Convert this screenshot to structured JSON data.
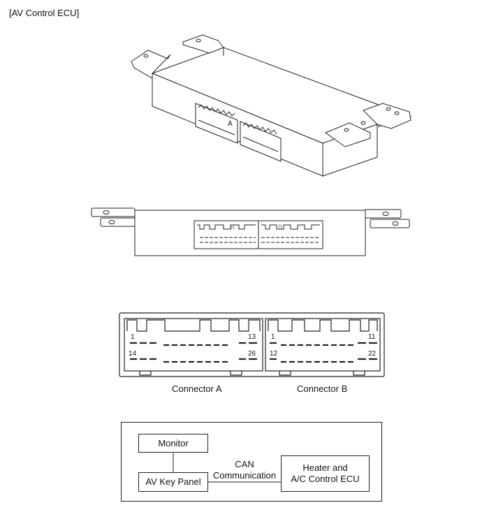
{
  "header": {
    "title": "[AV Control ECU]"
  },
  "connector_view": {
    "label_a": "Connector A",
    "label_b": "Connector B",
    "pins_a": {
      "top_left": "1",
      "top_right": "13",
      "bottom_left": "14",
      "bottom_right": "26"
    },
    "pins_b": {
      "top_left": "1",
      "top_right": "11",
      "bottom_left": "12",
      "bottom_right": "22"
    },
    "iso_label_a": "A",
    "iso_label_b": "B"
  },
  "block_diagram": {
    "monitor": "Monitor",
    "av_key_panel": "AV Key Panel",
    "heater_ecu_line1": "Heater and",
    "heater_ecu_line2": "A/C Control ECU",
    "link_line1": "CAN",
    "link_line2": "Communication"
  }
}
